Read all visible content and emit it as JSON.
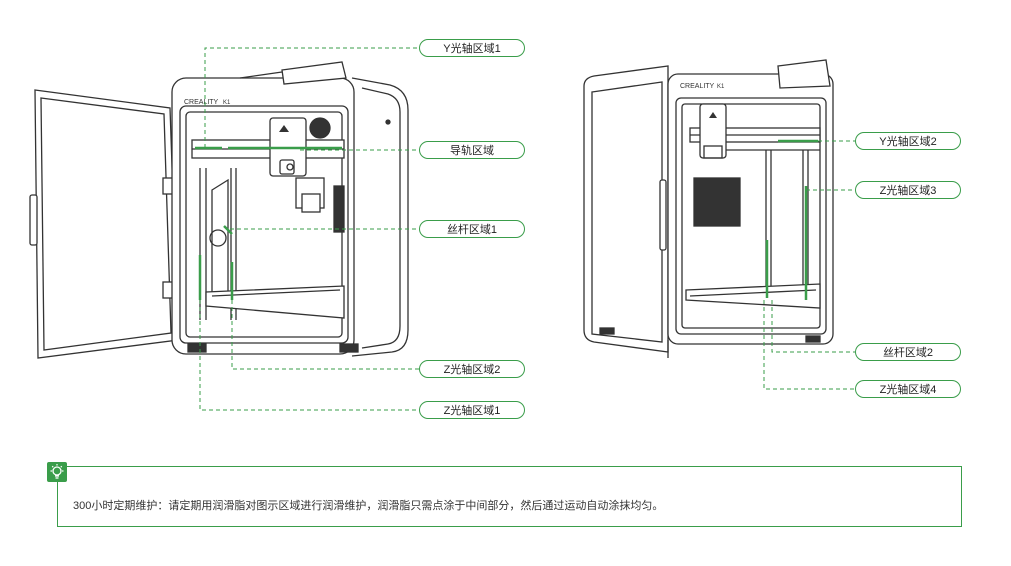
{
  "brand": {
    "logo_text": "CREALITY",
    "model_badge": "K1"
  },
  "labels": {
    "y_axis_area_1": "Y光轴区域1",
    "guide_rail_area": "导轨区域",
    "lead_screw_area_1": "丝杆区域1",
    "z_axis_area_2": "Z光轴区域2",
    "z_axis_area_1": "Z光轴区域1",
    "y_axis_area_2": "Y光轴区域2",
    "z_axis_area_3": "Z光轴区域3",
    "lead_screw_area_2": "丝杆区域2",
    "z_axis_area_4": "Z光轴区域4"
  },
  "tip": {
    "icon": "lightbulb-icon",
    "text": "300小时定期维护：请定期用润滑脂对图示区域进行润滑维护，润滑脂只需点涂于中间部分，然后通过运动自动涂抹均匀。"
  },
  "colors": {
    "accent": "#3a9d4a",
    "line": "#333333"
  }
}
